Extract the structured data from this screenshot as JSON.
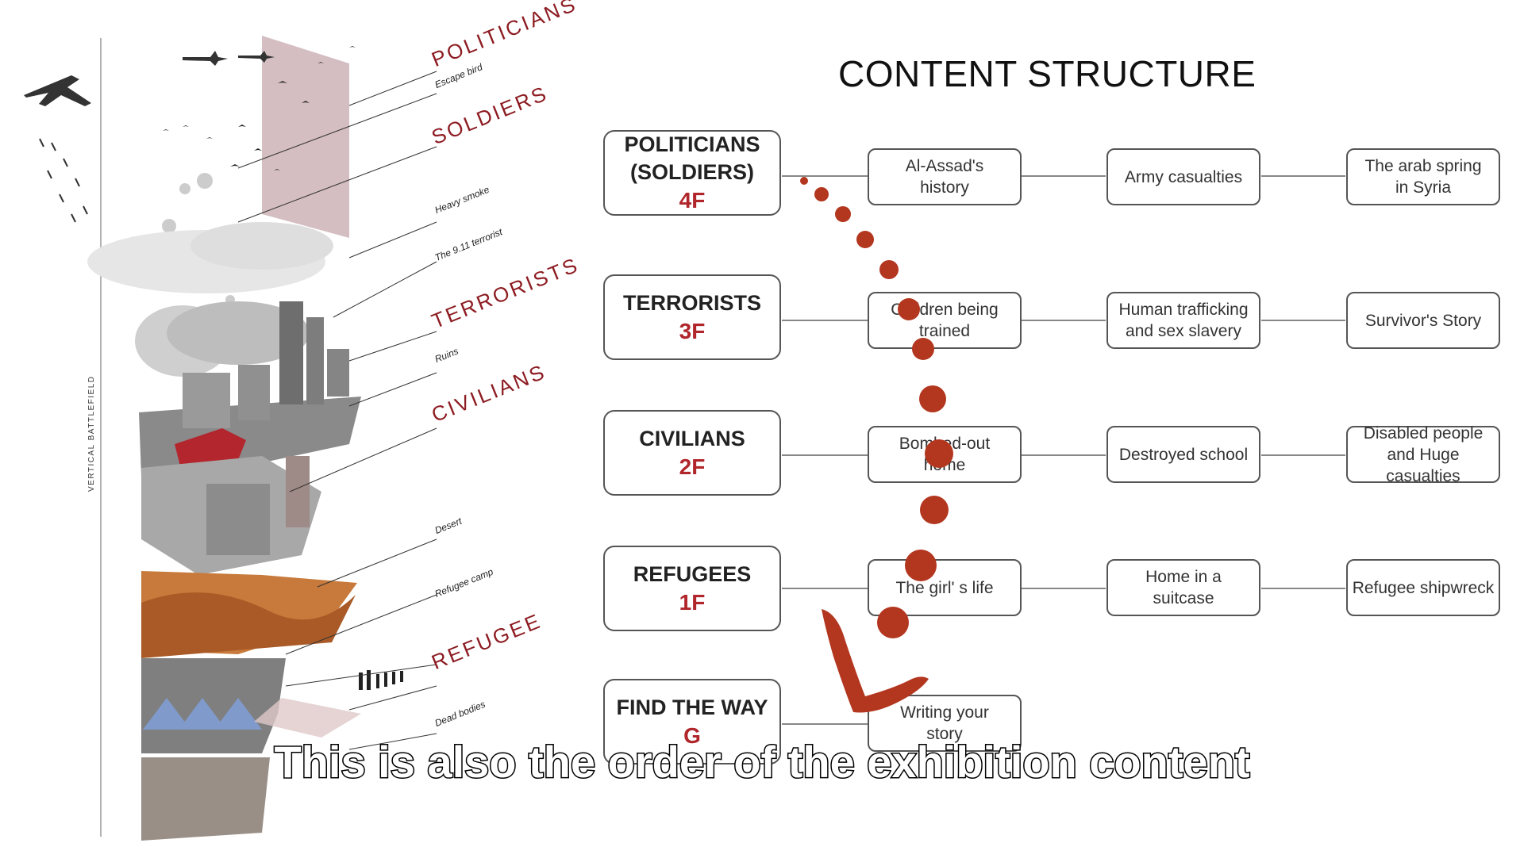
{
  "left_diagram": {
    "vertical_label": "VERTICAL BATTLEFIELD",
    "floor_labels": [
      "POLITICIANS",
      "SOLDIERS",
      "TERRORISTS",
      "CIVILIANS",
      "REFUGEE"
    ],
    "small_labels": [
      "Escape bird",
      "Heavy smoke",
      "The 9.11 terrorist",
      "Ruins",
      "Desert",
      "Refugee camp",
      "Dead bodies"
    ],
    "colors": {
      "label_red": "#8d1c22"
    }
  },
  "title": "CONTENT STRUCTURE",
  "rows": [
    {
      "name": "POLITICIANS\n(SOLDIERS)",
      "floor": "4F",
      "items": [
        "Al-Assad's\nhistory",
        "Army casualties",
        "The arab spring\nin Syria"
      ]
    },
    {
      "name": "TERRORISTS",
      "floor": "3F",
      "items": [
        "Children being\ntrained",
        "Human trafficking\nand sex slavery",
        "Survivor's Story"
      ]
    },
    {
      "name": "CIVILIANS",
      "floor": "2F",
      "items": [
        "Bombed-out\nhome",
        "Destroyed school",
        "Disabled people\nand Huge casualties"
      ]
    },
    {
      "name": "REFUGEES",
      "floor": "1F",
      "items": [
        "The girl' s life",
        "Home in a\nsuitcase",
        "Refugee shipwreck"
      ]
    },
    {
      "name": "FIND THE WAY",
      "floor": "G",
      "items": [
        "Writing your\nstory"
      ]
    }
  ],
  "subtitle": "This is also the order of the exhibition content",
  "colors": {
    "floor_red": "#b0262b",
    "paint_red": "#b3361f",
    "border": "#555555"
  }
}
